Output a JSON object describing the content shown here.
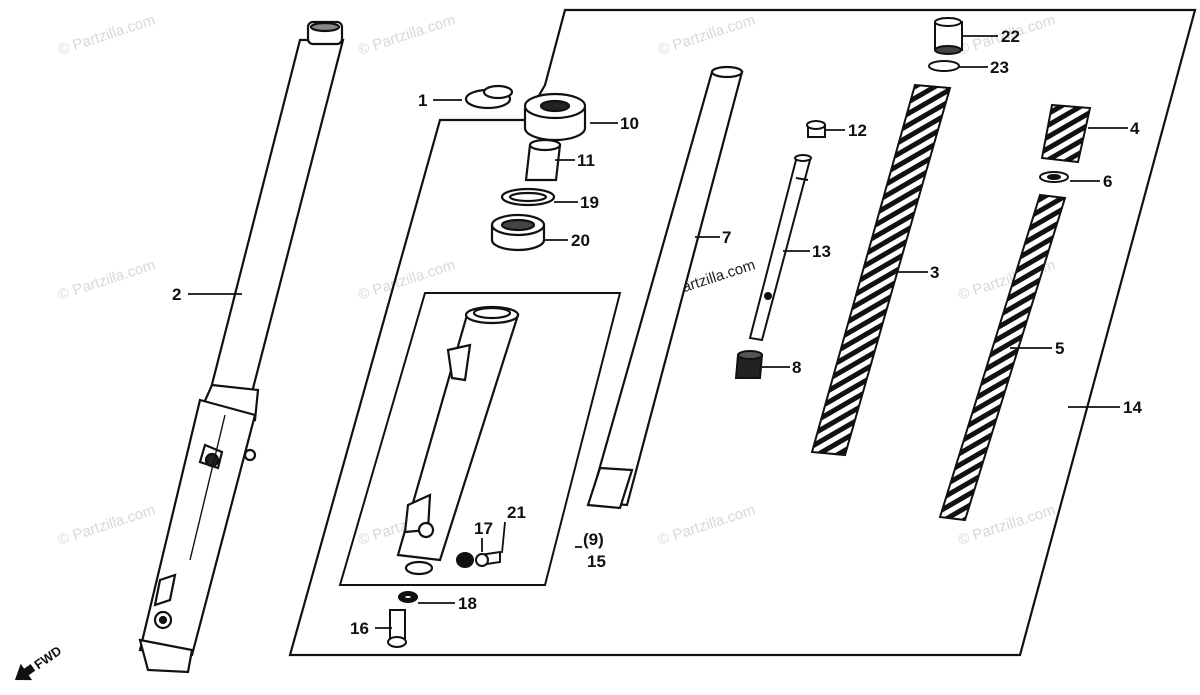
{
  "watermark": "© Partzilla.com",
  "watermark_center": "© Partzilla.com",
  "fwd_label": "FWD",
  "callouts": {
    "c1": "1",
    "c2": "2",
    "c3": "3",
    "c4": "4",
    "c5": "5",
    "c6": "6",
    "c7": "7",
    "c8": "8",
    "c9": "(9)",
    "c10": "10",
    "c11": "11",
    "c12": "12",
    "c13": "13",
    "c14": "14",
    "c15": "15",
    "c16": "16",
    "c17": "17",
    "c18": "18",
    "c19": "19",
    "c20": "20",
    "c21": "21",
    "c22": "22",
    "c23": "23"
  }
}
